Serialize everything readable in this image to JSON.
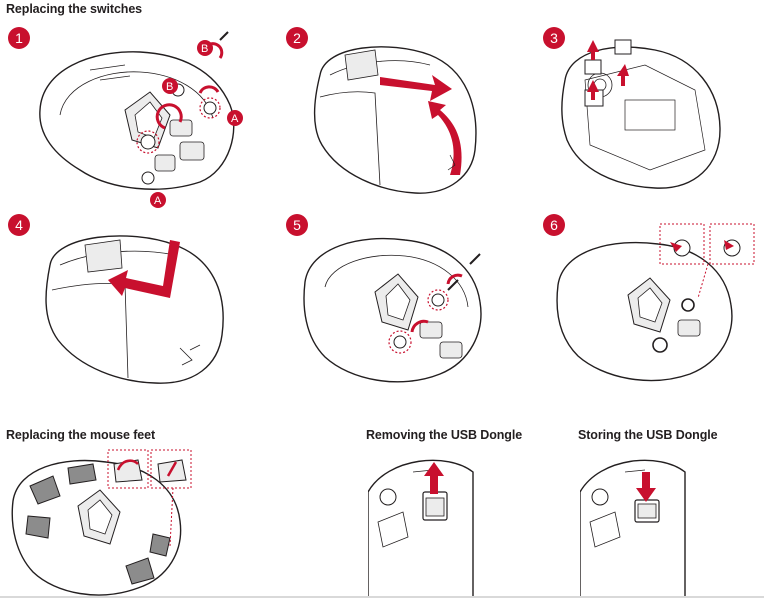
{
  "headings": {
    "replacing_switches": "Replacing the switches",
    "replacing_feet": "Replacing the mouse feet",
    "removing_dongle": "Removing the USB Dongle",
    "storing_dongle": "Storing the USB Dongle"
  },
  "steps": [
    "1",
    "2",
    "3",
    "4",
    "5",
    "6"
  ],
  "callouts": {
    "a": "A",
    "b": "B"
  },
  "colors": {
    "accent": "#c8102e",
    "line": "#231f20",
    "shade": "#ececec",
    "feet": "#8c8c8c"
  }
}
